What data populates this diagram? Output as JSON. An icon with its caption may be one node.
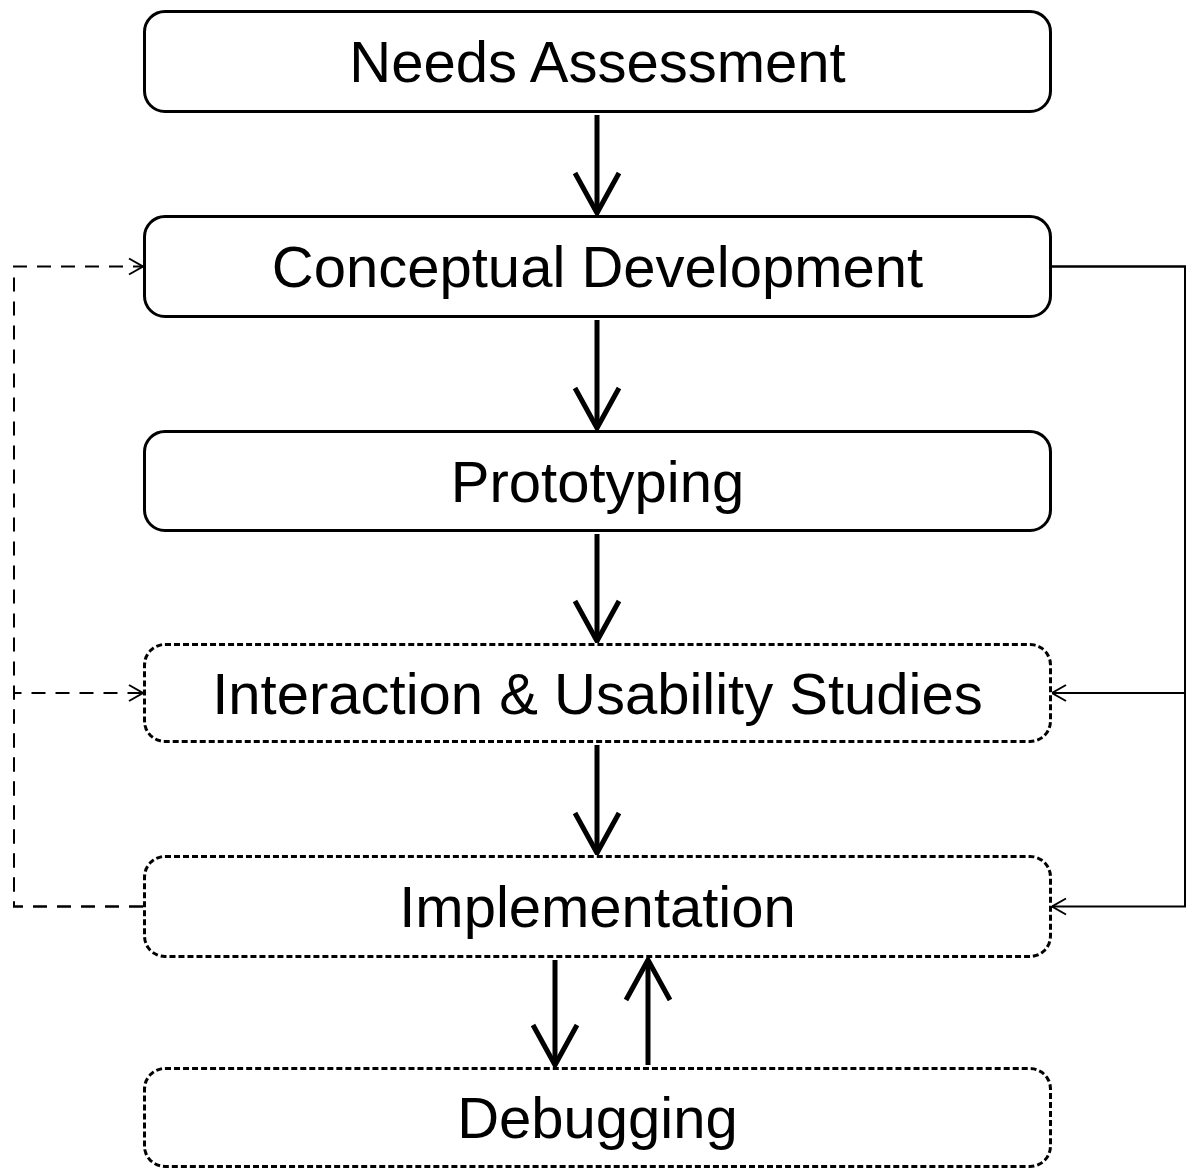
{
  "diagram": {
    "nodes": [
      {
        "text": [
          "Needs Assessment"
        ]
      },
      {
        "text": [
          "Conceptual Development"
        ]
      },
      {
        "text": [
          "Prototyping"
        ]
      },
      {
        "text": [
          "Interaction & Usability Studies"
        ]
      },
      {
        "text": [
          "Implementation"
        ]
      },
      {
        "text": [
          "Debugging"
        ]
      }
    ],
    "edges": [
      {
        "from": 0,
        "to": 1,
        "arrow": "to"
      },
      {
        "from": 1,
        "to": 2,
        "arrow": "to"
      },
      {
        "from": 2,
        "to": 3,
        "arrow": "to"
      },
      {
        "from": 3,
        "to": 4,
        "arrow": "to"
      },
      {
        "from": 4,
        "to": 5,
        "arrow": "to"
      },
      {
        "from": 5,
        "to": 4,
        "arrow": "to"
      },
      {
        "from": 1,
        "to": 3,
        "arrow": "to"
      },
      {
        "from": 1,
        "to": 4,
        "arrow": "to"
      },
      {
        "from": 4,
        "to": 1,
        "arrow": "to",
        "style": "dashed"
      },
      {
        "from": 4,
        "to": 3,
        "arrow": "to",
        "style": "dashed"
      }
    ]
  }
}
